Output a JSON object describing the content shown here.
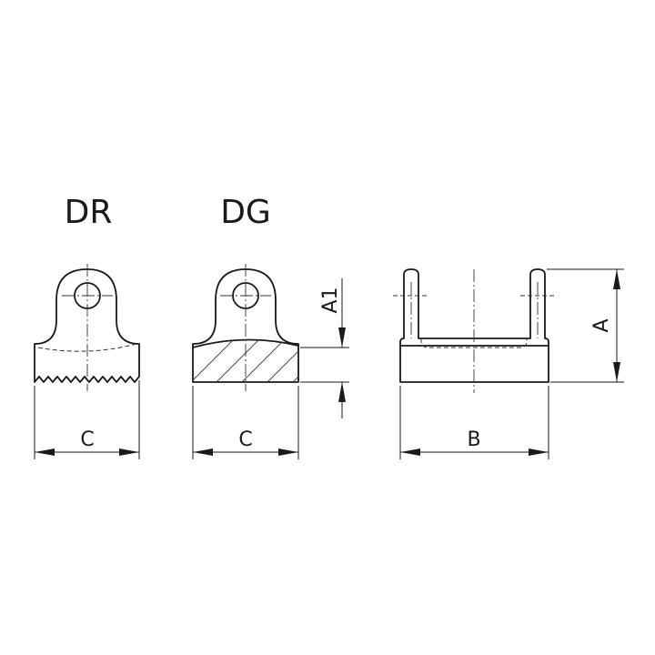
{
  "titles": {
    "dr": "DR",
    "dg": "DG"
  },
  "dimensions": {
    "c_dr": "C",
    "c_dg": "C",
    "b": "B",
    "a": "A",
    "a1": "A1"
  }
}
